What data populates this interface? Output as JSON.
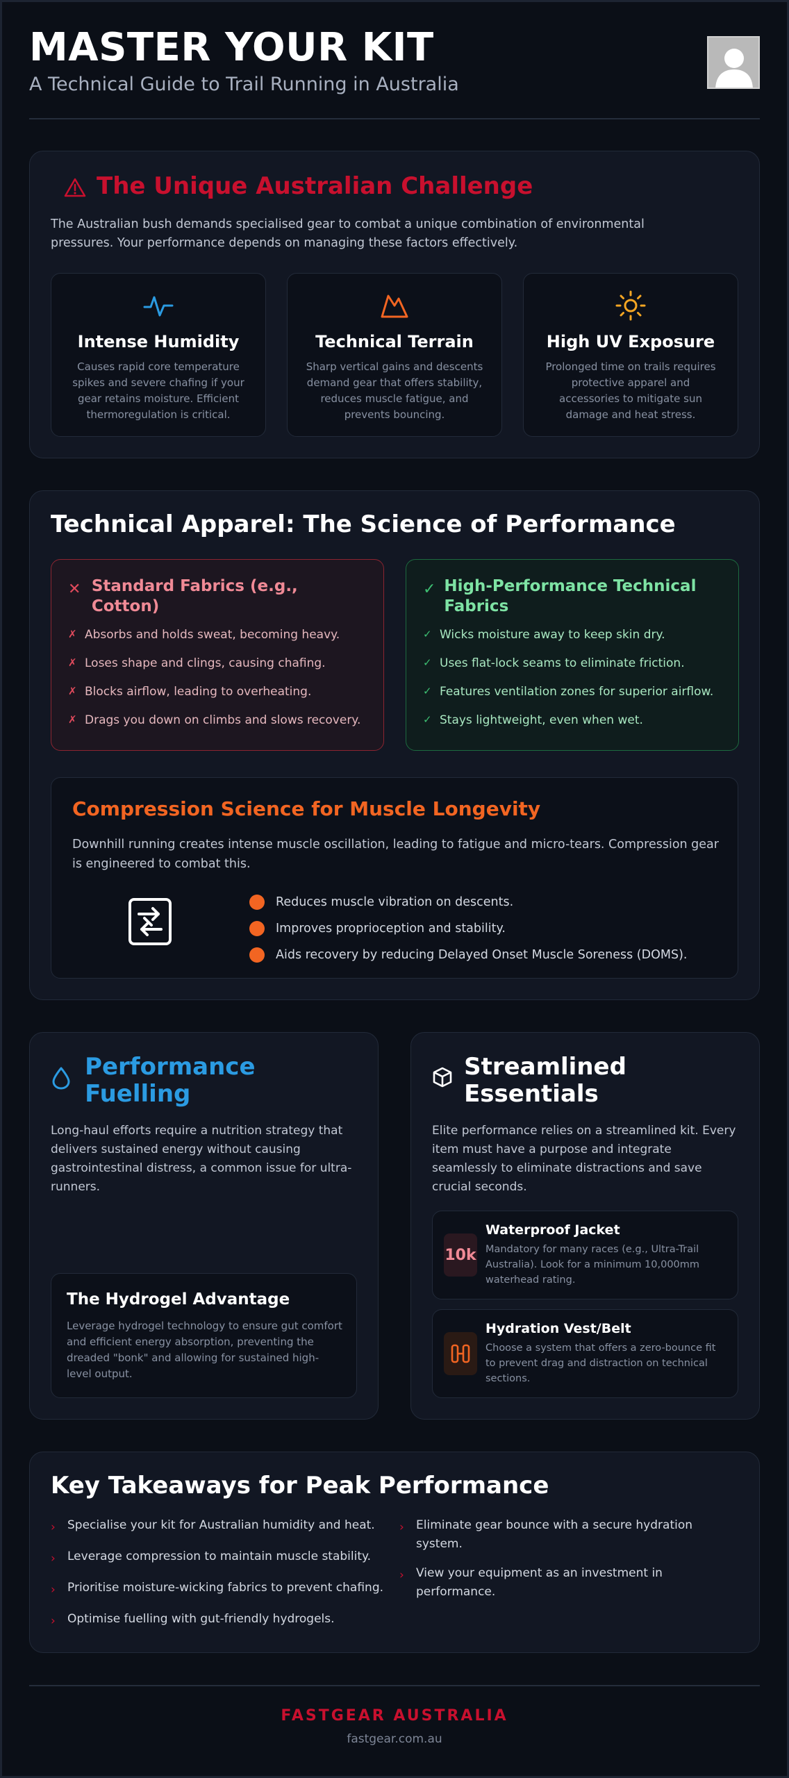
{
  "header": {
    "title": "MASTER YOUR KIT",
    "subtitle": "A Technical Guide to Trail Running in Australia"
  },
  "challenge": {
    "title": "The Unique Australian Challenge",
    "description": "The Australian bush demands specialised gear to combat a unique combination of environmental pressures. Your performance depends on managing these factors effectively.",
    "cards": [
      {
        "icon": "pulse-icon",
        "title": "Intense Humidity",
        "description": "Causes rapid core temperature spikes and severe chafing if your gear retains moisture. Efficient thermoregulation is critical."
      },
      {
        "icon": "mountain-icon",
        "title": "Technical Terrain",
        "description": "Sharp vertical gains and descents demand gear that offers stability, reduces muscle fatigue, and prevents bouncing."
      },
      {
        "icon": "sun-icon",
        "title": "High UV Exposure",
        "description": "Prolonged time on trails requires protective apparel and accessories to mitigate sun damage and heat stress."
      }
    ]
  },
  "apparel": {
    "title": "Technical Apparel: The Science of Performance",
    "standard": {
      "title": "Standard Fabrics (e.g., Cotton)",
      "items": [
        "Absorbs and holds sweat, becoming heavy.",
        "Loses shape and clings, causing chafing.",
        "Blocks airflow, leading to overheating.",
        "Drags you down on climbs and slows recovery."
      ]
    },
    "technical": {
      "title": "High-Performance Technical Fabrics",
      "items": [
        "Wicks moisture away to keep skin dry.",
        "Uses flat-lock seams to eliminate friction.",
        "Features ventilation zones for superior airflow.",
        "Stays lightweight, even when wet."
      ]
    },
    "compression": {
      "title": "Compression Science for Muscle Longevity",
      "description": "Downhill running creates intense muscle oscillation, leading to fatigue and micro-tears. Compression gear is engineered to combat this.",
      "items": [
        "Reduces muscle vibration on descents.",
        "Improves proprioception and stability.",
        "Aids recovery by reducing Delayed Onset Muscle Soreness (DOMS)."
      ]
    }
  },
  "fuelling": {
    "title": "Performance Fuelling",
    "description": "Long-haul efforts require a nutrition strategy that delivers sustained energy without causing gastrointestinal distress, a common issue for ultra-runners.",
    "hydrogel": {
      "title": "The Hydrogel Advantage",
      "description": "Leverage hydrogel technology to ensure gut comfort and efficient energy absorption, preventing the dreaded \"bonk\" and allowing for sustained high-level output."
    }
  },
  "essentials": {
    "title": "Streamlined Essentials",
    "description": "Elite performance relies on a streamlined kit. Every item must have a purpose and integrate seamlessly to eliminate distractions and save crucial seconds.",
    "items": [
      {
        "badge": "10k",
        "title": "Waterproof Jacket",
        "description": "Mandatory for many races (e.g., Ultra-Trail Australia). Look for a minimum 10,000mm waterhead rating."
      },
      {
        "badge": "",
        "title": "Hydration Vest/Belt",
        "description": "Choose a system that offers a zero-bounce fit to prevent drag and distraction on technical sections."
      }
    ]
  },
  "takeaways": {
    "title": "Key Takeaways for Peak Performance",
    "left": [
      "Specialise your kit for Australian humidity and heat.",
      "Leverage compression to maintain muscle stability.",
      "Prioritise moisture-wicking fabrics to prevent chafing.",
      "Optimise fuelling with gut-friendly hydrogels."
    ],
    "right": [
      "Eliminate gear bounce with a secure hydration system.",
      "View your equipment as an investment in performance."
    ]
  },
  "footer": {
    "brand": "FASTGEAR AUSTRALIA",
    "site": "fastgear.com.au"
  },
  "colors": {
    "background": "#0b0f17",
    "accent_red": "#c8102e",
    "accent_orange": "#f26522",
    "accent_blue": "#2b9be2",
    "accent_yellow": "#f5a623",
    "good_green": "#7ee3a4"
  }
}
